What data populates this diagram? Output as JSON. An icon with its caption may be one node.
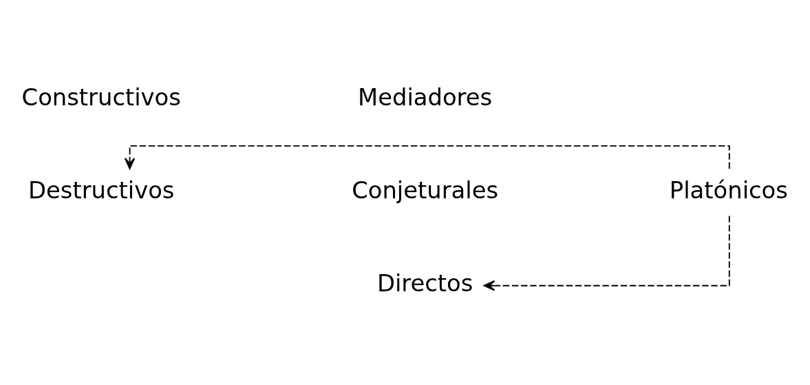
{
  "diagram": {
    "nodes": [
      {
        "text": [
          "Constructivos"
        ]
      },
      {
        "text": [
          "Mediadores"
        ]
      },
      {
        "text": [
          "Conjeturales"
        ]
      },
      {
        "text": [
          "Directos"
        ]
      },
      {
        "text": [
          "Platónicos"
        ]
      },
      {
        "text": [
          "Destructivos"
        ]
      }
    ],
    "edges": [
      {
        "from": 4,
        "to": 3,
        "arrow": "to",
        "style": "dashed"
      },
      {
        "from": 4,
        "to": 5,
        "arrow": "to",
        "style": "dashed"
      }
    ]
  }
}
